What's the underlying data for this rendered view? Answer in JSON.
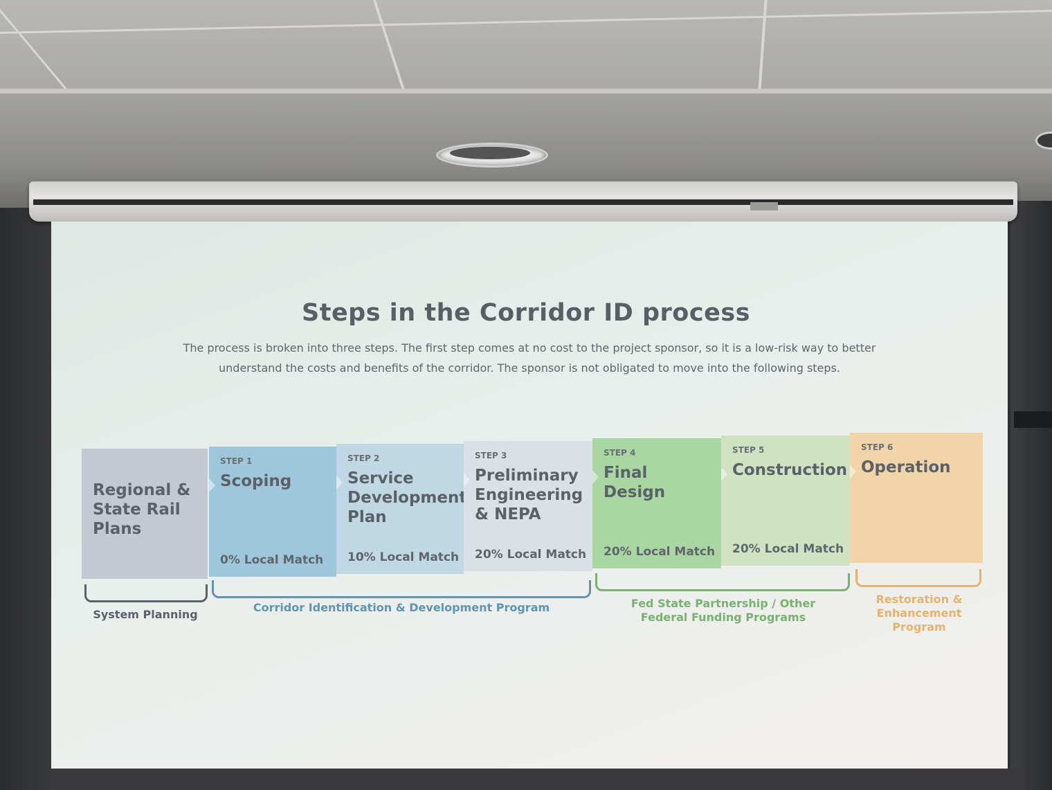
{
  "slide": {
    "title": "Steps in the Corridor ID process",
    "subtitle": "The process is broken into three steps. The first step comes at no cost to the project sponsor, so it is a low-risk way to better understand the costs and benefits of the corridor.  The sponsor is not obligated to move into the following steps."
  },
  "steps": [
    {
      "label": "",
      "name": "Regional & State Rail Plans",
      "match": "",
      "color": "#c4c8d0"
    },
    {
      "label": "STEP 1",
      "name": "Scoping",
      "match": "0% Local Match",
      "color": "#9ec7dc"
    },
    {
      "label": "STEP 2",
      "name": "Service Development Plan",
      "match": "10% Local Match",
      "color": "#c0d7e4"
    },
    {
      "label": "STEP 3",
      "name": "Preliminary Engineering & NEPA",
      "match": "20% Local Match",
      "color": "#d9e1e6"
    },
    {
      "label": "STEP 4",
      "name": "Final Design",
      "match": "20% Local Match",
      "color": "#a9d6a2"
    },
    {
      "label": "STEP 5",
      "name": "Construction",
      "match": "20% Local Match",
      "color": "#cfe3c3"
    },
    {
      "label": "STEP 6",
      "name": "Operation",
      "match": "",
      "color": "#f1d5a8"
    }
  ],
  "programs": [
    {
      "name": "System Planning",
      "color": "#5b6168"
    },
    {
      "name": "Corridor Identification & Development Program",
      "color": "#5e95b4"
    },
    {
      "name": "Fed State Partnership / Other Federal Funding Programs",
      "color": "#79b26f"
    },
    {
      "name": "Restoration & Enhancement Program",
      "color": "#e8b26a"
    }
  ]
}
